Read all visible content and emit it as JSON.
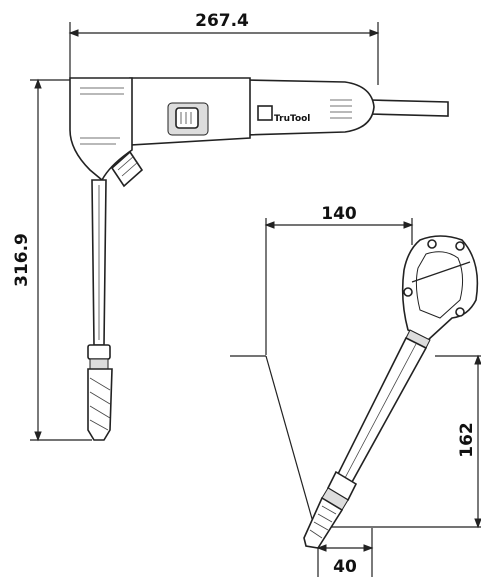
{
  "dimensions": {
    "overall_length": "267.4",
    "overall_height": "316.9",
    "head_width": "140",
    "head_height": "162",
    "bit_offset": "40"
  },
  "brand": {
    "logo_text": "TruTool"
  },
  "colors": {
    "line": "#222222",
    "accent_shade": "#dddddd",
    "background": "#ffffff"
  }
}
